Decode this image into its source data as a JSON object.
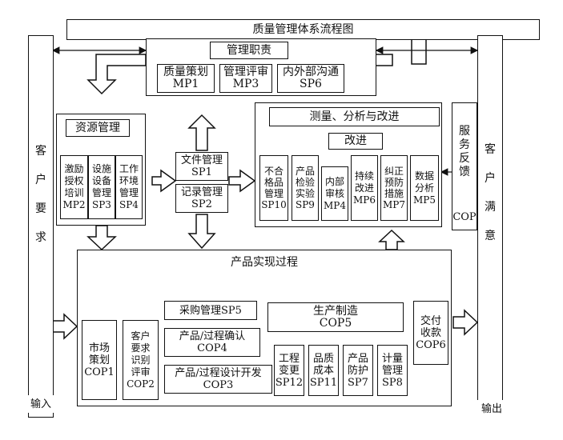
{
  "title": "质量管理体系流程图",
  "customer": {
    "requirement": "客\n户\n要\n求",
    "input": "输入",
    "satisfaction": "客\n户\n满\n意",
    "output": "输出"
  },
  "management": {
    "heading": "管理职责",
    "items": [
      {
        "label": "质量策划\nMP1"
      },
      {
        "label": "管理评审\nMP3"
      },
      {
        "label": "内外部沟通\nSP6"
      }
    ]
  },
  "resource": {
    "heading": "资源管理",
    "items": [
      {
        "label": "激励\n授权\n培训\nMP2"
      },
      {
        "label": "设施\n设备\n管理\nSP3"
      },
      {
        "label": "工作\n环境\n管理\nSP4"
      }
    ]
  },
  "documents": {
    "file": "文件管理\nSP1",
    "record": "记录管理\nSP2"
  },
  "measurement": {
    "heading": "测量、分析与改进",
    "improve": "改进",
    "items": [
      {
        "label": "不合\n格品\n管理\nSP10"
      },
      {
        "label": "产品\n检验\n实验\nSP9"
      },
      {
        "label": "内部\n审核\nMP4"
      },
      {
        "label": "持续\n改进\nMP6"
      },
      {
        "label": "纠正\n预防\n措施\nMP7"
      },
      {
        "label": "数据\n分析\nMP5"
      }
    ]
  },
  "service": {
    "label": "服\n务\n反\n馈",
    "code": "COP"
  },
  "realization": {
    "heading": "产品实现过程",
    "market": "市场\n策划\nCOP1",
    "review": "客户\n要求\n识别\n评审\nCOP2",
    "purchase": "采购管理SP5",
    "confirm": "产品/过程确认\nCOP4",
    "design": "产品/过程设计开发\nCOP3",
    "production": "生产制造\nCOP5",
    "sub": [
      {
        "label": "工程\n变更\nSP12"
      },
      {
        "label": "品质\n成本\nSP11"
      },
      {
        "label": "产品\n防护\nSP7"
      },
      {
        "label": "计量\n管理\nSP8"
      }
    ],
    "delivery": "交付\n收款\nCOP6"
  }
}
